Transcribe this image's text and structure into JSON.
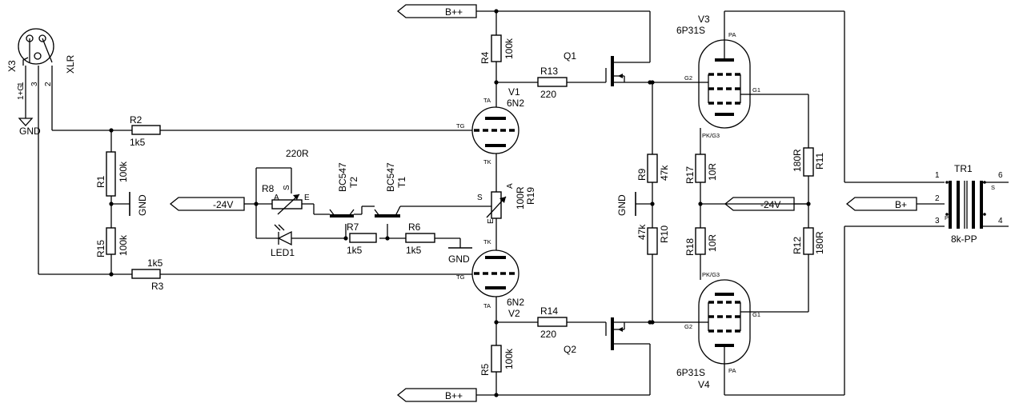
{
  "connector": {
    "ref": "X3",
    "type": "XLR",
    "pin1": "1",
    "pin1_label": "1+G",
    "pin2": "2",
    "pin3": "3",
    "gnd": "GND"
  },
  "resistors": {
    "R1": {
      "ref": "R1",
      "value": "100k"
    },
    "R2": {
      "ref": "R2",
      "value": "1k5"
    },
    "R3": {
      "ref": "R3",
      "value": "1k5"
    },
    "R4": {
      "ref": "R4",
      "value": "100k"
    },
    "R5": {
      "ref": "R5",
      "value": "100k"
    },
    "R6": {
      "ref": "R6",
      "value": "1k5"
    },
    "R7": {
      "ref": "R7",
      "value": "1k5"
    },
    "R8": {
      "ref": "R8",
      "value": "220R",
      "pin_a": "A",
      "pin_s": "S",
      "pin_e": "E"
    },
    "R9": {
      "ref": "R9",
      "value": "47k"
    },
    "R10": {
      "ref": "R10",
      "value": "47k"
    },
    "R11": {
      "ref": "R11",
      "value": "180R"
    },
    "R12": {
      "ref": "R12",
      "value": "180R"
    },
    "R13": {
      "ref": "R13",
      "value": "220"
    },
    "R14": {
      "ref": "R14",
      "value": "220"
    },
    "R15": {
      "ref": "R15",
      "value": "100k"
    },
    "R17": {
      "ref": "R17",
      "value": "10R"
    },
    "R18": {
      "ref": "R18",
      "value": "10R"
    },
    "R19": {
      "ref": "R19",
      "value": "100R",
      "pin_a": "A",
      "pin_s": "S",
      "pin_e": "E"
    }
  },
  "tubes": {
    "V1": {
      "ref": "V1",
      "type": "6N2",
      "pin_ta": "TA",
      "pin_tg": "TG",
      "pin_tk": "TK"
    },
    "V2": {
      "ref": "V2",
      "type": "6N2",
      "pin_ta": "TA",
      "pin_tg": "TG",
      "pin_tk": "TK"
    },
    "V3": {
      "ref": "V3",
      "type": "6P31S",
      "pin_pa": "PA",
      "pin_g1": "G1",
      "pin_g2": "G2",
      "pin_pk": "PK/G3"
    },
    "V4": {
      "ref": "V4",
      "type": "6P31S",
      "pin_pa": "PA",
      "pin_g1": "G1",
      "pin_g2": "G2",
      "pin_pk": "PK/G3"
    }
  },
  "transistors": {
    "Q1": {
      "ref": "Q1"
    },
    "Q2": {
      "ref": "Q2"
    },
    "T1": {
      "ref": "T1",
      "type": "BC547"
    },
    "T2": {
      "ref": "T2",
      "type": "BC547"
    }
  },
  "led": {
    "ref": "LED1"
  },
  "transformer": {
    "ref": "TR1",
    "value": "8k-PP",
    "pin1": "1",
    "pin2": "2",
    "pin3": "3",
    "pin4": "4",
    "pin6": "6",
    "primary_mark": "P",
    "secondary_mark": "S"
  },
  "rails": {
    "bpp_top": "B++",
    "bpp_bottom": "B++",
    "neg24_left": "-24V",
    "neg24_right": "-24V",
    "bplus": "B+"
  },
  "grounds": {
    "gnd_r1": "GND",
    "gnd_r6": "GND",
    "gnd_r9": "GND"
  }
}
